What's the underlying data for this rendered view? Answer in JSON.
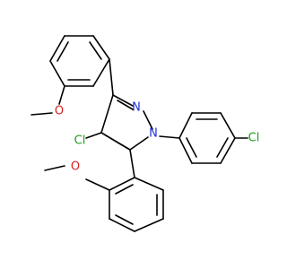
{
  "atoms": {
    "n_pyrazole_2": {
      "text": "N",
      "color": "#1f2fd8"
    },
    "n_pyrazole_1": {
      "text": "N",
      "color": "#1f2fd8"
    },
    "cl_pyrazole": {
      "text": "Cl",
      "color": "#1a9e1a"
    },
    "cl_phenyl": {
      "text": "Cl",
      "color": "#1a9e1a"
    },
    "o_upper": {
      "text": "O",
      "color": "#d81f1f"
    },
    "o_lower": {
      "text": "O",
      "color": "#d81f1f"
    }
  }
}
